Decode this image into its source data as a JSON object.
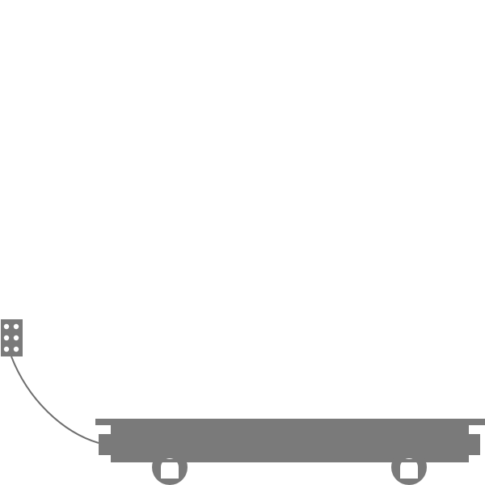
{
  "diagram": {
    "subject": "transfer-cart-with-pendant-control",
    "colors": {
      "body": "#7a7a7a",
      "cable": "#6e6e6e",
      "background": "#ffffff",
      "button": "#ffffff"
    },
    "pendant": {
      "icon": "control-pendant-icon",
      "button_rows": 3,
      "button_columns": 2
    },
    "cart": {
      "icon": "transfer-cart-icon",
      "wheel_count": 2
    }
  }
}
